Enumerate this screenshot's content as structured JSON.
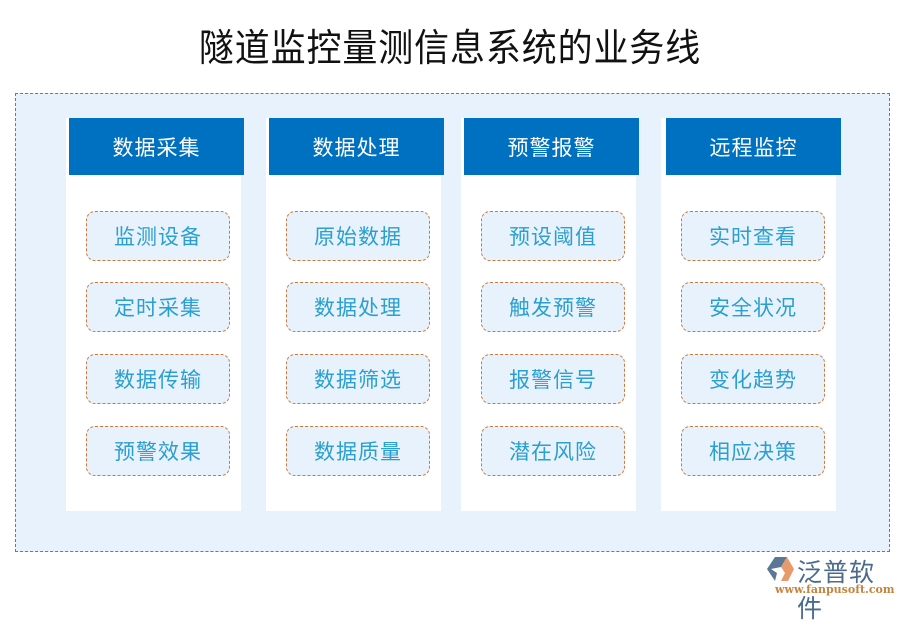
{
  "title": "隧道监控量测信息系统的业务线",
  "colors": {
    "header_bg": "#0070c0",
    "header_text": "#ffffff",
    "container_bg": "#e8f2fc",
    "dash_border": "#c8611c",
    "item_text": "#2a9fd0",
    "card_bg": "#ffffff"
  },
  "columns": [
    {
      "header": "数据采集",
      "items": [
        "监测设备",
        "定时采集",
        "数据传输",
        "预警效果"
      ]
    },
    {
      "header": "数据处理",
      "items": [
        "原始数据",
        "数据处理",
        "数据筛选",
        "数据质量"
      ]
    },
    {
      "header": "预警报警",
      "items": [
        "预设阈值",
        "触发预警",
        "报警信号",
        "潜在风险"
      ]
    },
    {
      "header": "远程监控",
      "items": [
        "实时查看",
        "安全状况",
        "变化趋势",
        "相应决策"
      ]
    }
  ],
  "logo": {
    "icon": "fanpu-logo-icon",
    "name": "泛普软件",
    "url": "www.fanpusoft.com"
  }
}
